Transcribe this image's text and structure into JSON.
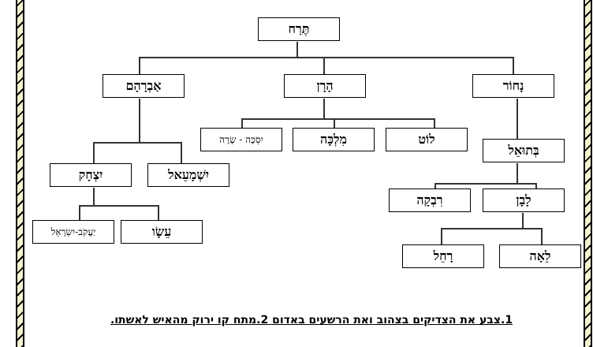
{
  "tree": {
    "terah": "תֶּרַח",
    "avraham": "אַבְרָהָם",
    "haran": "הָרָן",
    "nachor": "נָחוֹר",
    "yiska_sara": "יִסְכָּה - שָׂרָה",
    "milka": "מִלְכָּה",
    "lot": "לוֹט",
    "betuel": "בְּתוּאֵל",
    "yitzchak": "יִצְחָק",
    "yishmael": "יִשְׁמָעֵאל",
    "yaakov_yisrael": "יַעֲקֹב-יִשְׂרָאֵל",
    "esav": "עֵשָׂו",
    "rivka": "רִבְקָה",
    "lavan": "לָבָן",
    "rachel": "רָחֵל",
    "leah": "לֵאָה"
  },
  "instructions": "1.צבע את הצדיקים בצהוב ואת הרשעים באדום 2.מתח קו ירוק מהאיש לאשתו."
}
